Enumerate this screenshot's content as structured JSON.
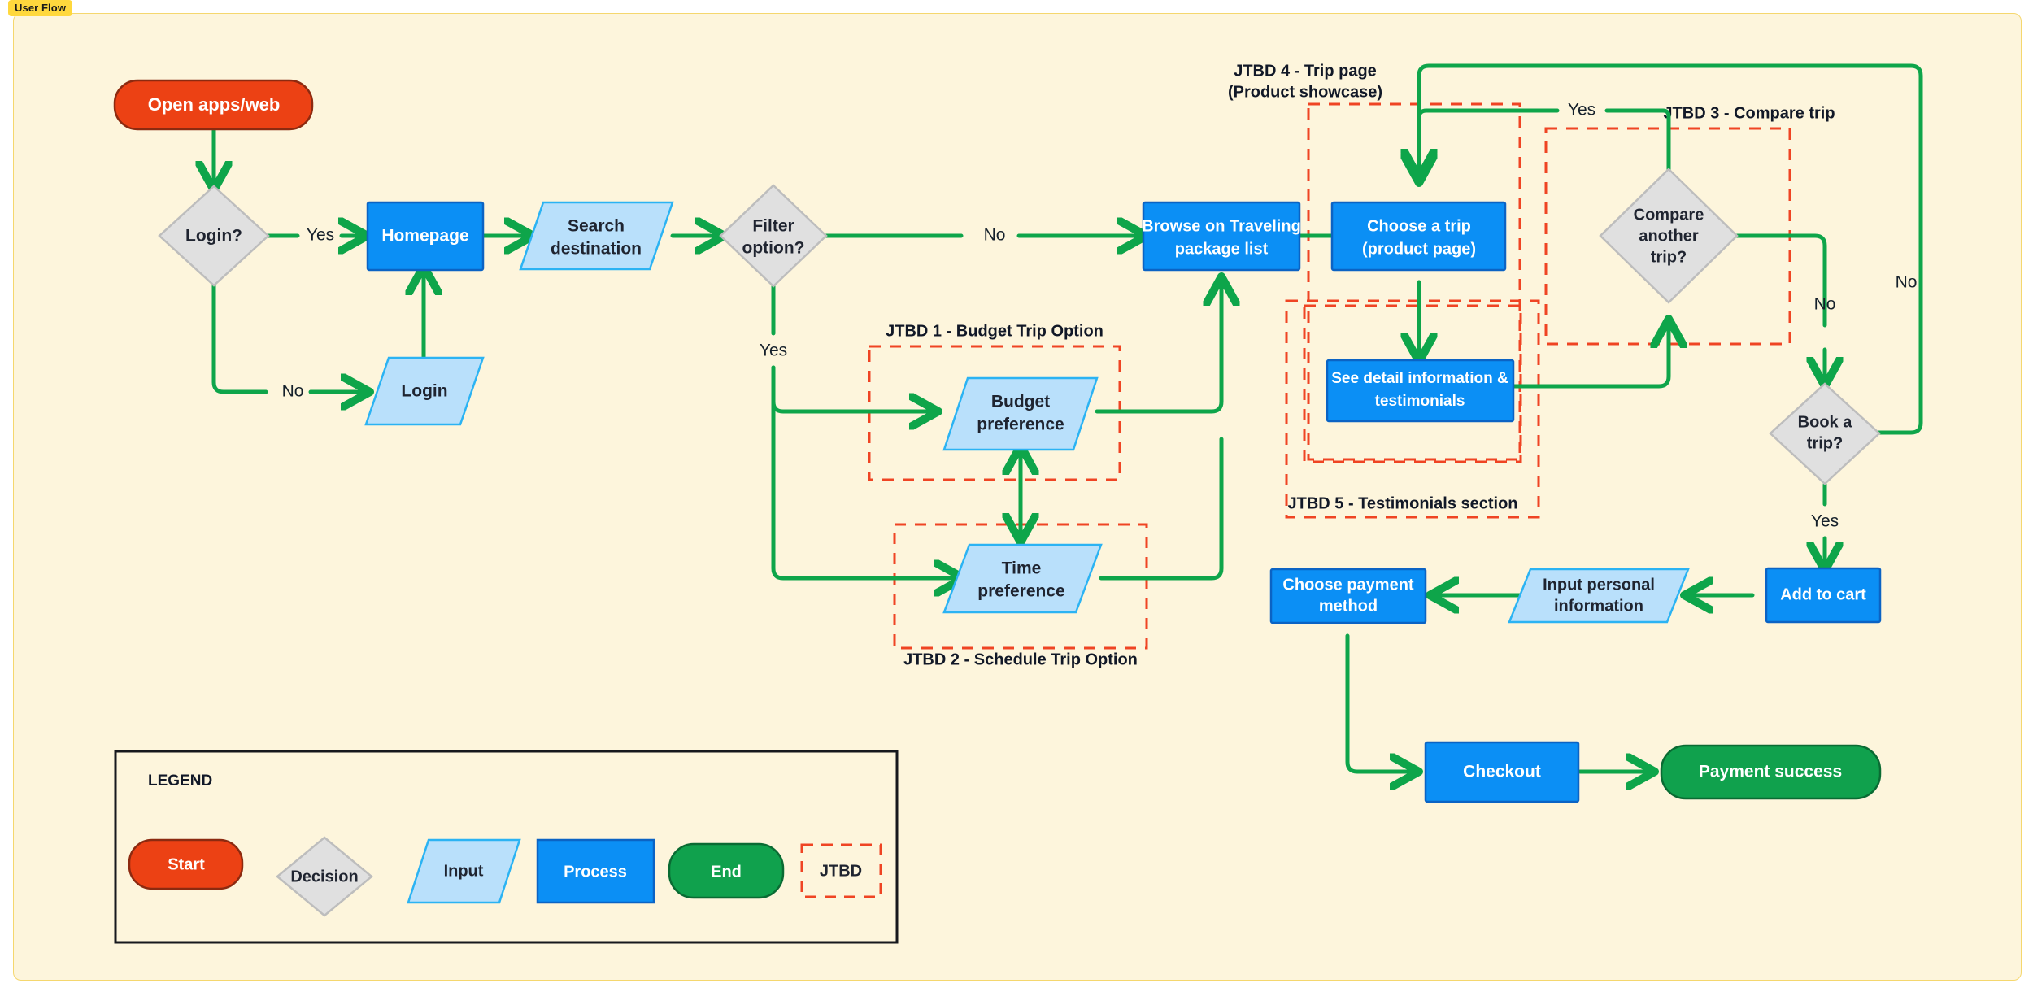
{
  "page": {
    "tag_label": "User Flow",
    "canvas_bg": "#fdf5dc",
    "edge_color": "#0ea54a",
    "jtbd_color": "#ef4423"
  },
  "nodes": {
    "start": "Open apps/web",
    "login_q": "Login?",
    "homepage": "Homepage",
    "login": "Login",
    "search_destination_1": "Search",
    "search_destination_2": "destination",
    "filter_q_1": "Filter",
    "filter_q_2": "option?",
    "budget_pref_1": "Budget",
    "budget_pref_2": "preference",
    "time_pref_1": "Time",
    "time_pref_2": "preference",
    "browse_1": "Browse on Traveling",
    "browse_2": "package list",
    "choose_trip_1": "Choose a trip",
    "choose_trip_2": "(product page)",
    "see_detail_1": "See detail information &",
    "see_detail_2": "testimonials",
    "compare_q_1": "Compare",
    "compare_q_2": "another",
    "compare_q_3": "trip?",
    "book_q_1": "Book a",
    "book_q_2": "trip?",
    "add_to_cart": "Add to cart",
    "input_personal_1": "Input personal",
    "input_personal_2": "information",
    "choose_payment_1": "Choose payment",
    "choose_payment_2": "method",
    "checkout": "Checkout",
    "payment_success": "Payment success"
  },
  "edge_labels": {
    "login_yes": "Yes",
    "login_no": "No",
    "filter_yes": "Yes",
    "filter_no": "No",
    "compare_yes": "Yes",
    "compare_no": "No",
    "book_no": "No",
    "book_yes": "Yes",
    "trip_no": "No"
  },
  "jtbd": {
    "jtbd1": "JTBD 1 - Budget Trip Option",
    "jtbd2": "JTBD 2 - Schedule Trip Option",
    "jtbd3": "JTBD 3 - Compare trip",
    "jtbd4_line1": "JTBD 4 - Trip page",
    "jtbd4_line2": "(Product showcase)",
    "jtbd5": "JTBD 5 - Testimonials section"
  },
  "legend": {
    "title": "LEGEND",
    "items": [
      {
        "label": "Start",
        "shape": "start",
        "fill": "#ec4114",
        "text": "#ffffff"
      },
      {
        "label": "Decision",
        "shape": "decision",
        "fill": "#e0e0e0",
        "text": "#1f2430"
      },
      {
        "label": "Input",
        "shape": "input",
        "fill": "#b9e0fb",
        "text": "#1f2430"
      },
      {
        "label": "Process",
        "shape": "process",
        "fill": "#0b8ff5",
        "text": "#ffffff"
      },
      {
        "label": "End",
        "shape": "end",
        "fill": "#10a14d",
        "text": "#ffffff"
      },
      {
        "label": "JTBD",
        "shape": "jtbd",
        "fill": "none",
        "text": "#1f2430"
      }
    ]
  }
}
